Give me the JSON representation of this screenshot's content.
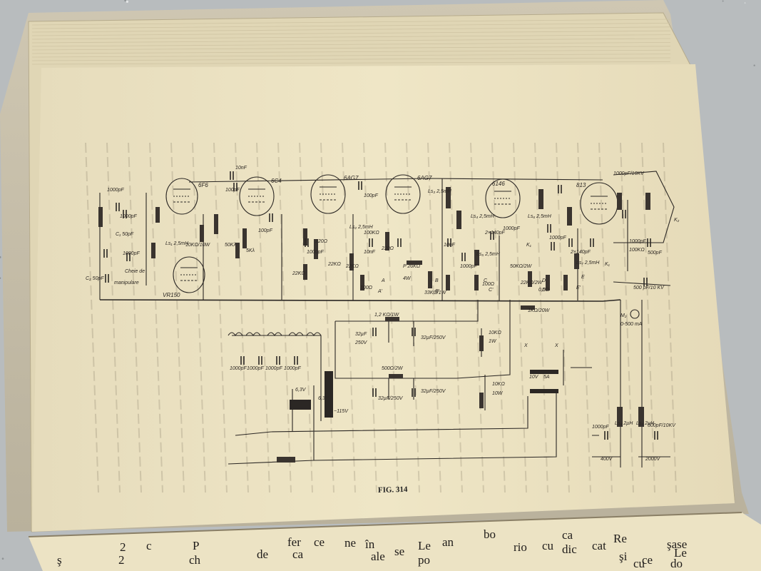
{
  "figure_caption": "FIG. 314",
  "schematic": {
    "tube_labels": [
      "6F6",
      "6C4",
      "6AG7",
      "6AG7",
      "6146",
      "813",
      "VR150"
    ],
    "component_labels": [
      "1000pF",
      "1000pF",
      "C₁ 50pF",
      "1000pF",
      "C₂ 50pF",
      "Cheie de",
      "manipulare",
      "10nF",
      "100pF",
      "50Kλ",
      "5Kλ",
      "100pF",
      "Ls₁ 2,5mH",
      "10KΩ/10W",
      "22KΩ",
      "22KΩ",
      "1000pF",
      "220Ω",
      "100pF",
      "Ls₂ 2,5mH",
      "100KΩ",
      "22KΩ",
      "10nF",
      "220Ω",
      "P 20KΩ",
      "4W",
      "100Ω",
      "33KΩ/1W",
      "Ls₃ 2,5mH",
      "10nF",
      "1000pF",
      "Ls₄ 2,5mH",
      "Ls₅ 2,5mH",
      "100Ω",
      "Ls₆ 2,5mH",
      "1000pF",
      "50KΩ/2W",
      "22KΩ/2W",
      "0,5Ω",
      "1000pF",
      "1KΩ/20W",
      "2×140pF",
      "2×140pF",
      "Ls₇ 2,5mH",
      "1000pF/10KV",
      "1000pF",
      "100KΩ",
      "500pF",
      "500 pF/10 KV",
      "M₂",
      "0-500 mA",
      "1,2 KΩ/1W",
      "32µF",
      "250V",
      "32µF/250V",
      "10KΩ",
      "1W",
      "500Ω/2W",
      "32µF/250V",
      "32µF/250V",
      "10KΩ",
      "10W",
      "1000pF",
      "1000pF",
      "1000pF",
      "1000pF",
      "6,3V",
      "6,3V",
      "~115V",
      "10V",
      "5A",
      "Ls₈ 2µH",
      "Ls₉ 2µH",
      "1000pF",
      "500pF/10KV",
      "400V",
      "2000V"
    ],
    "switch_labels": [
      "A",
      "A'",
      "B",
      "B'",
      "C",
      "C'",
      "D",
      "D'",
      "E",
      "E'",
      "K₁",
      "K₁",
      "K₂",
      "X",
      "X"
    ]
  },
  "facing_page_fragments": [
    "ş",
    "2",
    "2",
    "c",
    "P",
    "ch",
    "de",
    "fer",
    "ca",
    "ce",
    "ne",
    "în",
    "ale",
    "se",
    "Le",
    "po",
    "an",
    "bo",
    "rio",
    "cu",
    "ca",
    "dic",
    "cat",
    "Re",
    "şase",
    "Le",
    "do",
    "şi",
    "cu",
    "ce"
  ]
}
